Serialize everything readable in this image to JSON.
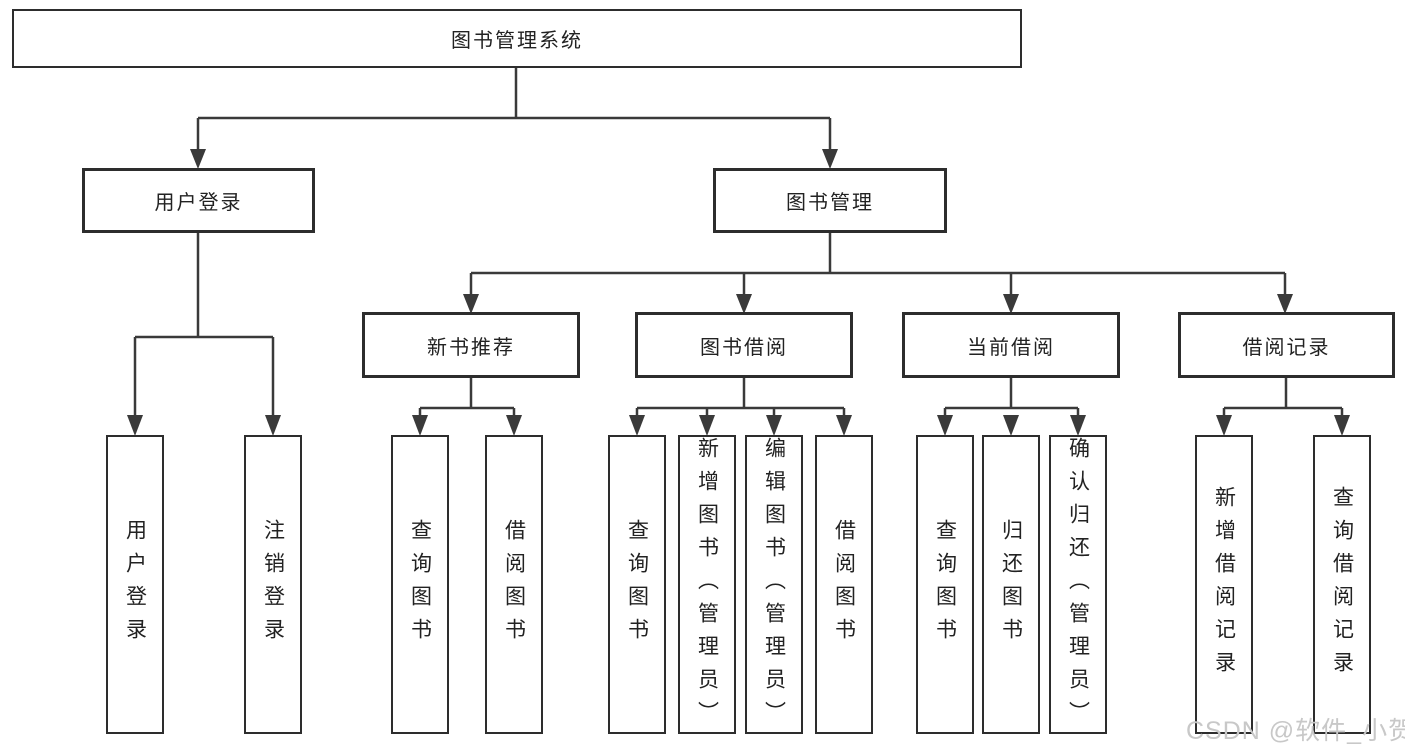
{
  "diagram": {
    "root": {
      "label": "图书管理系统"
    },
    "branches": [
      {
        "label": "用户登录",
        "children": [
          {
            "label": "用户登录"
          },
          {
            "label": "注销登录"
          }
        ]
      },
      {
        "label": "图书管理",
        "children": [
          {
            "label": "新书推荐",
            "children": [
              {
                "label": "查询图书"
              },
              {
                "label": "借阅图书"
              }
            ]
          },
          {
            "label": "图书借阅",
            "children": [
              {
                "label": "查询图书"
              },
              {
                "label": "新增图书（管理员）"
              },
              {
                "label": "编辑图书（管理员）"
              },
              {
                "label": "借阅图书"
              }
            ]
          },
          {
            "label": "当前借阅",
            "children": [
              {
                "label": "查询图书"
              },
              {
                "label": "归还图书"
              },
              {
                "label": "确认归还（管理员）"
              }
            ]
          },
          {
            "label": "借阅记录",
            "children": [
              {
                "label": "新增借阅记录"
              },
              {
                "label": "查询借阅记录"
              }
            ]
          }
        ]
      }
    ]
  },
  "watermark": {
    "text": "CSDN @软件_小贺同学"
  },
  "colors": {
    "line": "#3a3a3a",
    "border": "#2d2d2d",
    "text": "#222222",
    "bg": "#ffffff",
    "watermark": "#c8c8c8"
  }
}
